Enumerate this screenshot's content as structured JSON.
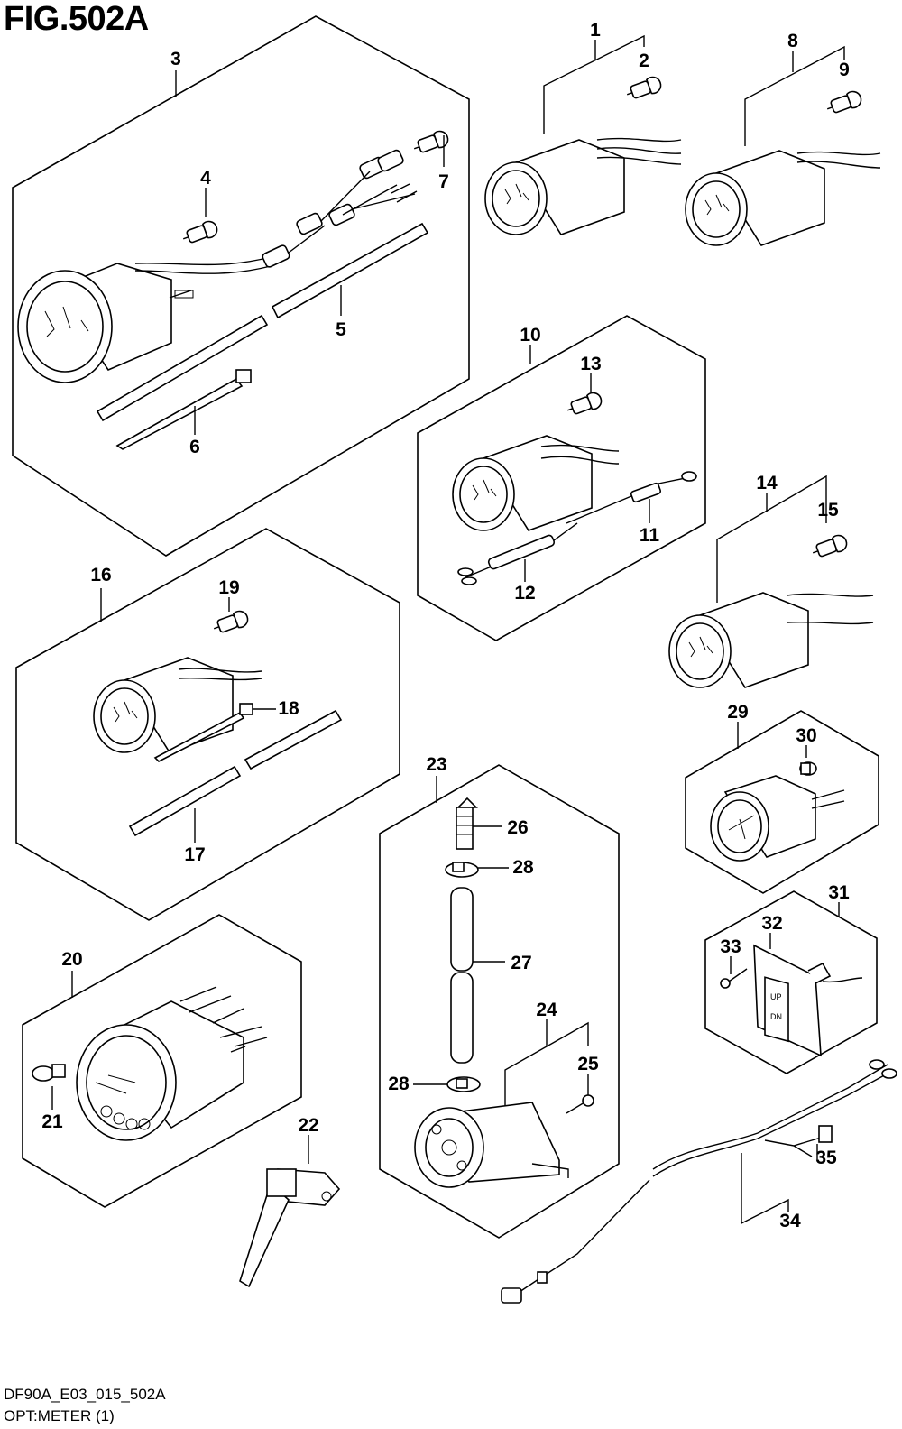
{
  "figure": {
    "title": "FIG.502A",
    "code": "DF90A_E03_015_502A",
    "caption": "OPT:METER (1)"
  },
  "callouts": {
    "c1": "1",
    "c2": "2",
    "c3": "3",
    "c4": "4",
    "c5": "5",
    "c6": "6",
    "c7": "7",
    "c8": "8",
    "c9": "9",
    "c10": "10",
    "c11": "11",
    "c12": "12",
    "c13": "13",
    "c14": "14",
    "c15": "15",
    "c16": "16",
    "c17": "17",
    "c18": "18",
    "c19": "19",
    "c20": "20",
    "c21": "21",
    "c22": "22",
    "c23": "23",
    "c24": "24",
    "c25": "25",
    "c26": "26",
    "c27": "27",
    "c28a": "28",
    "c28b": "28",
    "c29": "29",
    "c30": "30",
    "c31": "31",
    "c32": "32",
    "c33": "33",
    "c34": "34",
    "c35": "35"
  },
  "switch_labels": {
    "up": "UP",
    "dn": "DN"
  }
}
